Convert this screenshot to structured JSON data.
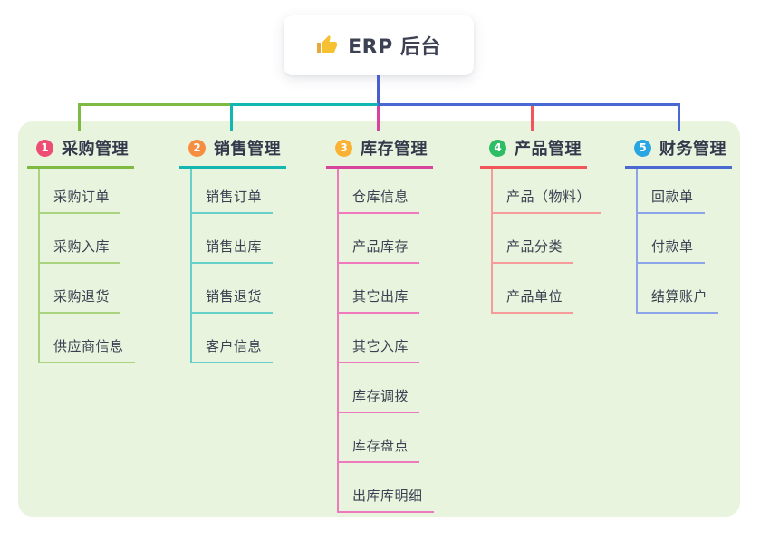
{
  "root": {
    "label": "ERP 后台",
    "icon": "thumbs-up-icon",
    "icon_color": "#f5c032"
  },
  "connector_colors": {
    "root": "#4a5ed0"
  },
  "branches": [
    {
      "badge": "1",
      "badge_color": "#ee4e74",
      "line_color": "#7cba41",
      "line_light_color": "#a9d37e",
      "title": "采购管理",
      "children": [
        "采购订单",
        "采购入库",
        "采购退货",
        "供应商信息"
      ]
    },
    {
      "badge": "2",
      "badge_color": "#f68e41",
      "line_color": "#13b7af",
      "line_light_color": "#66cfc7",
      "title": "销售管理",
      "children": [
        "销售订单",
        "销售出库",
        "销售退货",
        "客户信息"
      ]
    },
    {
      "badge": "3",
      "badge_color": "#f9b233",
      "line_color": "#d6459b",
      "line_light_color": "#ef79bd",
      "title": "库存管理",
      "children": [
        "仓库信息",
        "产品库存",
        "其它出库",
        "其它入库",
        "库存调拨",
        "库存盘点",
        "出库库明细"
      ]
    },
    {
      "badge": "4",
      "badge_color": "#2dbd64",
      "line_color": "#f1565a",
      "line_light_color": "#f79b9b",
      "title": "产品管理",
      "children": [
        "产品（物料）",
        "产品分类",
        "产品单位"
      ]
    },
    {
      "badge": "5",
      "badge_color": "#29a6e1",
      "line_color": "#4a68d2",
      "line_light_color": "#8da5e8",
      "title": "财务管理",
      "children": [
        "回款单",
        "付款单",
        "结算账户"
      ]
    }
  ]
}
